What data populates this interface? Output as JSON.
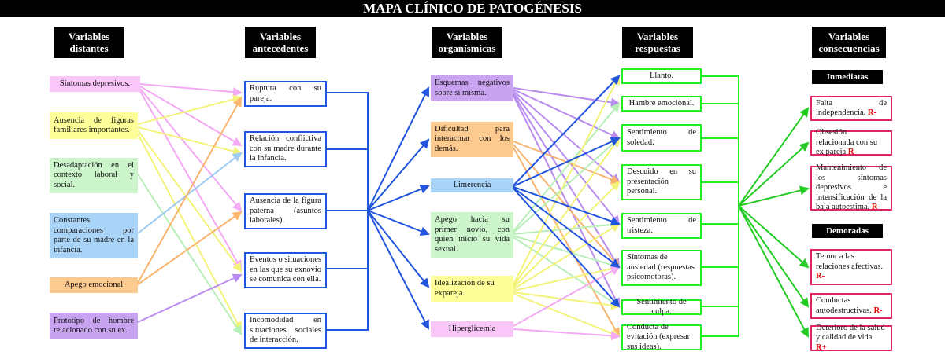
{
  "title": "MAPA CLÍNICO DE PATOGÉNESIS",
  "headers": [
    "Variables\ndistantes",
    "Variables\nantecedentes",
    "Variables\norganísmicas",
    "Variables\nrespuestas",
    "Variables\nconsecuencias"
  ],
  "distantes": [
    {
      "text": "Síntomas depresivos.",
      "color": "#f9c6f9"
    },
    {
      "text": "Ausencia de figuras familiares importantes.",
      "color": "#ffff99"
    },
    {
      "text": "Desadaptación en el contexto laboral y social.",
      "color": "#ccf5cc"
    },
    {
      "text": "Constantes comparaciones por parte de su madre en la infancia.",
      "color": "#a9d4f7"
    },
    {
      "text": "Apego emocional",
      "color": "#fcc98f"
    },
    {
      "text": "Prototipo de hombre relacionado con su ex.",
      "color": "#c8a3f0"
    }
  ],
  "antecedentes": [
    "Ruptura con su pareja.",
    "Relación conflictiva con su madre durante la infancia.",
    "Ausencia de la figura paterna (asuntos laborales).",
    "Eventos o situaciones en las que su exnovio se comunica con ella.",
    "Incomodidad en situaciones sociales de interacción."
  ],
  "organismicas": [
    {
      "text": "Esquemas negativos sobre sí misma.",
      "color": "#c8a3f0"
    },
    {
      "text": "Dificultad para interactuar con los demás.",
      "color": "#fcc98f"
    },
    {
      "text": "Limerencia",
      "color": "#a9d4f7"
    },
    {
      "text": "Apego hacia su primer novio, con quien inició su vida sexual.",
      "color": "#ccf5cc"
    },
    {
      "text": "Idealización de su expareja.",
      "color": "#ffff99"
    },
    {
      "text": "Hiperglicemia",
      "color": "#f9c6f9"
    }
  ],
  "respuestas": [
    "Llanto.",
    "Hambre emocional.",
    "Sentimiento de soledad.",
    "Descuido en su presentación personal.",
    "Sentimiento de tristeza.",
    "Síntomas de ansiedad (respuestas psicomotoras).",
    "Sentimiento de culpa.",
    "Conducta de evitación (expresar sus ideas)."
  ],
  "inmediatas_label": "Inmediatas",
  "demoradas_label": "Demoradas",
  "consecuencias": [
    {
      "text": "Falta de independencia.",
      "tag": "R-"
    },
    {
      "text": "Obsesión relacionada con su ex pareja",
      "tag": "R-"
    },
    {
      "text": "Mantenimiento de los síntomas depresivos e intensificación de la baja autoestima.",
      "tag": "R-"
    },
    {
      "text": "Temor a las relaciones afectivas.",
      "tag": "R-"
    },
    {
      "text": "Conductas autodestructivas.",
      "tag": "R-"
    },
    {
      "text": "Deterioro de la salud y calidad de vida.",
      "tag": "R+"
    }
  ],
  "colors": {
    "antecedent_border": "#2255dd",
    "response_border": "#22ee22",
    "consequence_border": "#e0245e"
  }
}
